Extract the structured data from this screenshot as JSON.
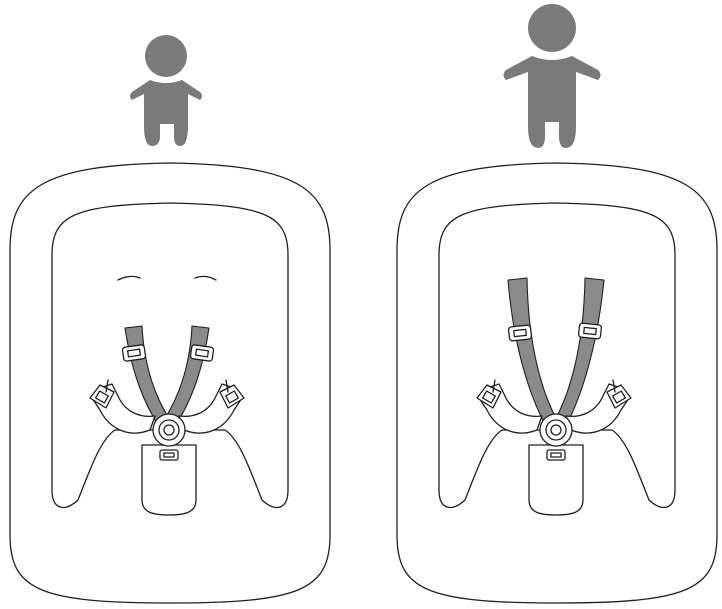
{
  "diagram": {
    "panels": [
      {
        "label": "smaller-child-position",
        "child_size": "small",
        "shoulder_strap_height": "low",
        "colors": {
          "strap": "#8a8a8a",
          "figure": "#7a7a7a",
          "outline": "#231f20"
        }
      },
      {
        "label": "larger-child-position",
        "child_size": "large",
        "shoulder_strap_height": "high",
        "colors": {
          "strap": "#8a8a8a",
          "figure": "#7a7a7a",
          "outline": "#231f20"
        }
      }
    ]
  }
}
